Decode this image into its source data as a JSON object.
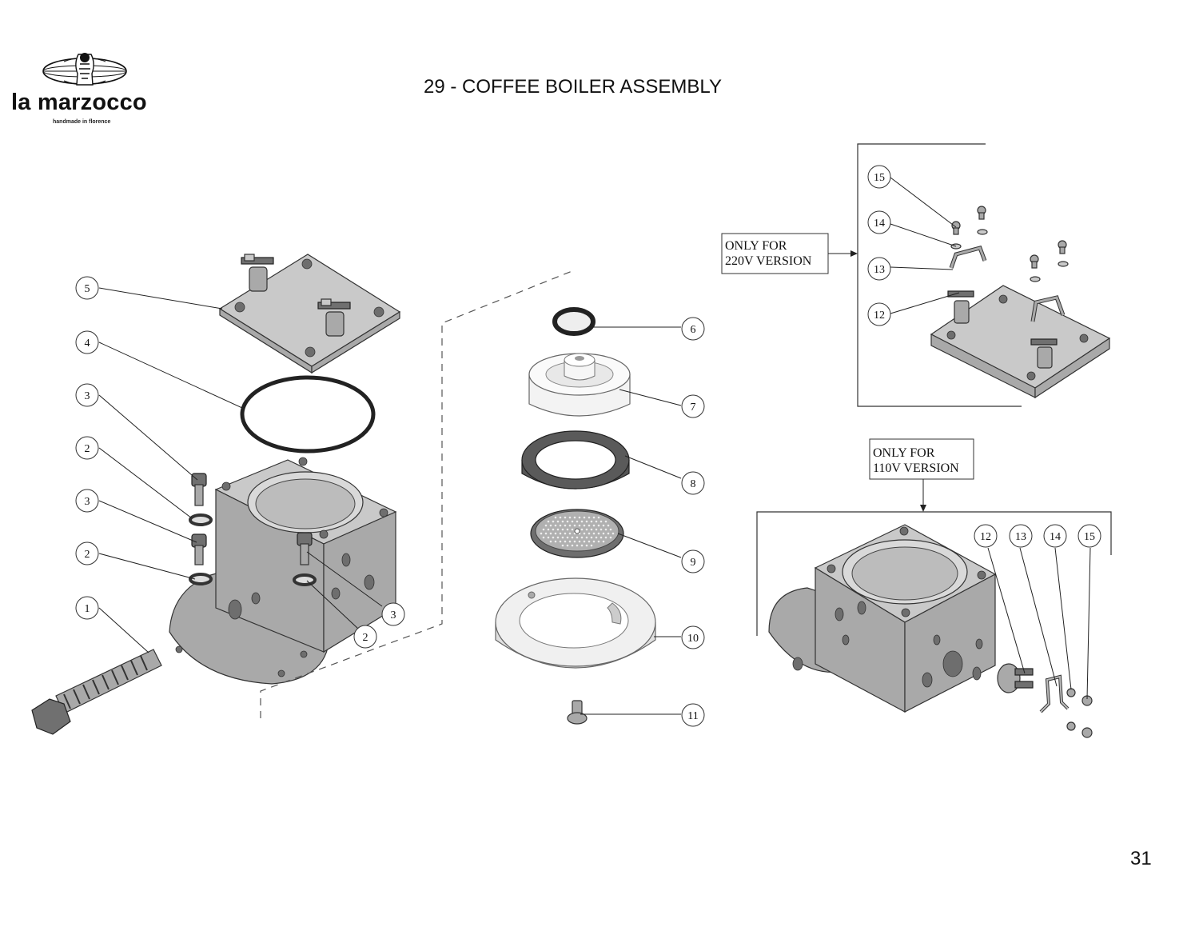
{
  "header": {
    "brand_name": "la marzocco",
    "brand_tagline": "handmade in florence",
    "title": "29 - COFFEE BOILER ASSEMBLY"
  },
  "footer": {
    "page_number": "31"
  },
  "notes": {
    "v220_line1": "ONLY FOR",
    "v220_line2": "220V VERSION",
    "v110_line1": "ONLY FOR",
    "v110_line2": "110V VERSION"
  },
  "callouts": {
    "c1": "1",
    "c2a": "2",
    "c2b": "2",
    "c2c": "2",
    "c3a": "3",
    "c3b": "3",
    "c3c": "3",
    "c4": "4",
    "c5": "5",
    "c6": "6",
    "c7": "7",
    "c8": "8",
    "c9": "9",
    "c10": "10",
    "c11": "11",
    "c12a": "12",
    "c13a": "13",
    "c14a": "14",
    "c15a": "15",
    "c12b": "12",
    "c13b": "13",
    "c14b": "14",
    "c15b": "15"
  }
}
